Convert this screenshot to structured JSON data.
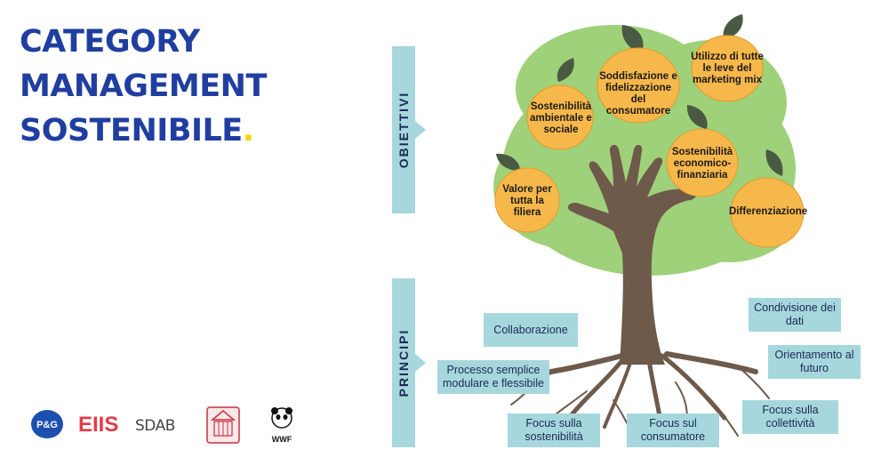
{
  "title": {
    "line1": "CATEGORY",
    "line2": "MANAGEMENT",
    "line3": "SOSTENIBILE",
    "dot": "."
  },
  "sections": {
    "objectives": "OBIETTIVI",
    "principles": "PRINCIPI"
  },
  "apples": [
    {
      "text": "Soddisfazione e fidelizzazione del consumatore"
    },
    {
      "text": "Utilizzo di tutte le leve del marketing mix"
    },
    {
      "text": "Sostenibilità ambientale e sociale"
    },
    {
      "text": "Sostenibilità economico-finanziaria"
    },
    {
      "text": "Valore per tutta la filiera"
    },
    {
      "text": "Differenziazione"
    }
  ],
  "principles": [
    {
      "text": "Collaborazione"
    },
    {
      "text": "Processo semplice modulare e flessibile"
    },
    {
      "text": "Focus sulla sostenibilità"
    },
    {
      "text": "Focus sul consumatore"
    },
    {
      "text": "Condivisione dei dati"
    },
    {
      "text": "Orientamento al futuro"
    },
    {
      "text": "Focus sulla collettività"
    }
  ],
  "logos": {
    "pg": "P&G",
    "eis": "EIIS",
    "sda": "SDAB",
    "wwf": "WWF"
  },
  "colors": {
    "title": "#1f3ea0",
    "accent_dot": "#f4d400",
    "tab": "#a6d7dd",
    "canopy": "#9fd17a",
    "trunk": "#6e5a4a",
    "apple": "#f7b84b"
  }
}
